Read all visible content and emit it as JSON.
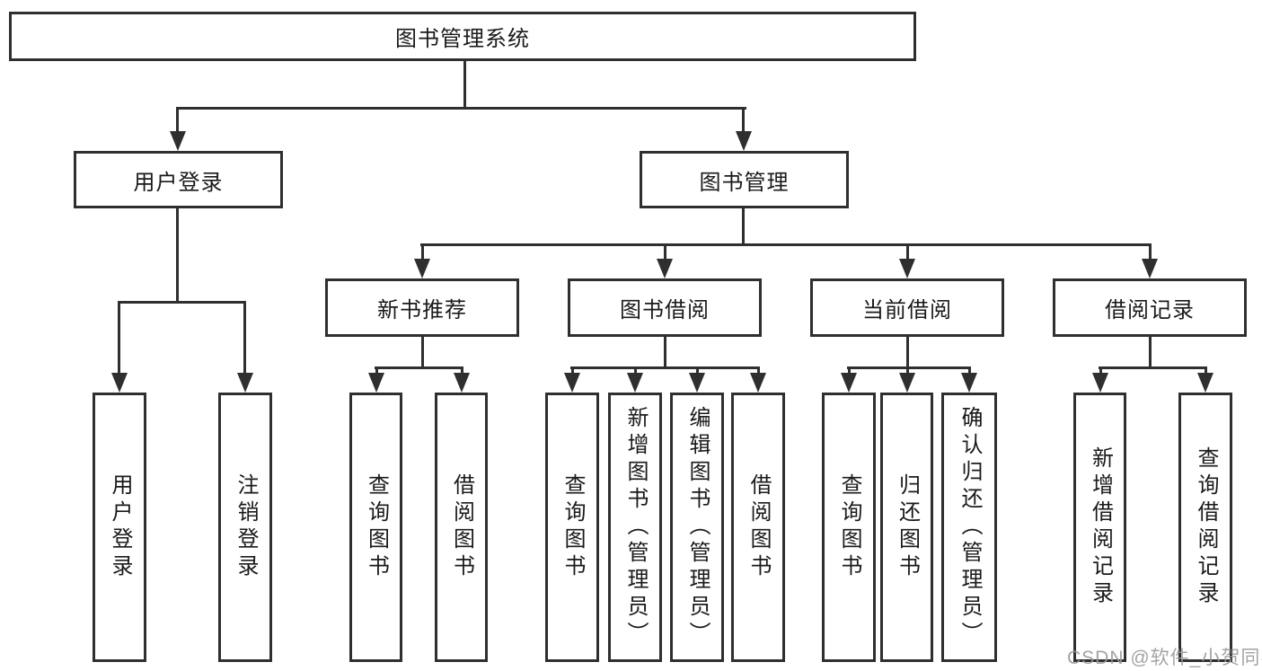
{
  "diagram": {
    "title": "图书管理系统",
    "root": {
      "label": "图书管理系统"
    },
    "branches": [
      {
        "label": "用户登录",
        "children": [
          {
            "label": "用户登录"
          },
          {
            "label": "注销登录"
          }
        ]
      },
      {
        "label": "图书管理",
        "children": [
          {
            "label": "新书推荐",
            "children": [
              {
                "label": "查询图书"
              },
              {
                "label": "借阅图书"
              }
            ]
          },
          {
            "label": "图书借阅",
            "children": [
              {
                "label": "查询图书"
              },
              {
                "label": "新增图书（管理员）"
              },
              {
                "label": "编辑图书（管理员）"
              },
              {
                "label": "借阅图书"
              }
            ]
          },
          {
            "label": "当前借阅",
            "children": [
              {
                "label": "查询图书"
              },
              {
                "label": "归还图书"
              },
              {
                "label": "确认归还（管理员）"
              }
            ]
          },
          {
            "label": "借阅记录",
            "children": [
              {
                "label": "新增借阅记录"
              },
              {
                "label": "查询借阅记录"
              }
            ]
          }
        ]
      }
    ]
  },
  "watermark": "CSDN @软件_小贺同学",
  "colors": {
    "line": "#2f2f2f",
    "text": "#1a1a1a",
    "watermark": "#9a9a9a",
    "background": "#ffffff"
  }
}
